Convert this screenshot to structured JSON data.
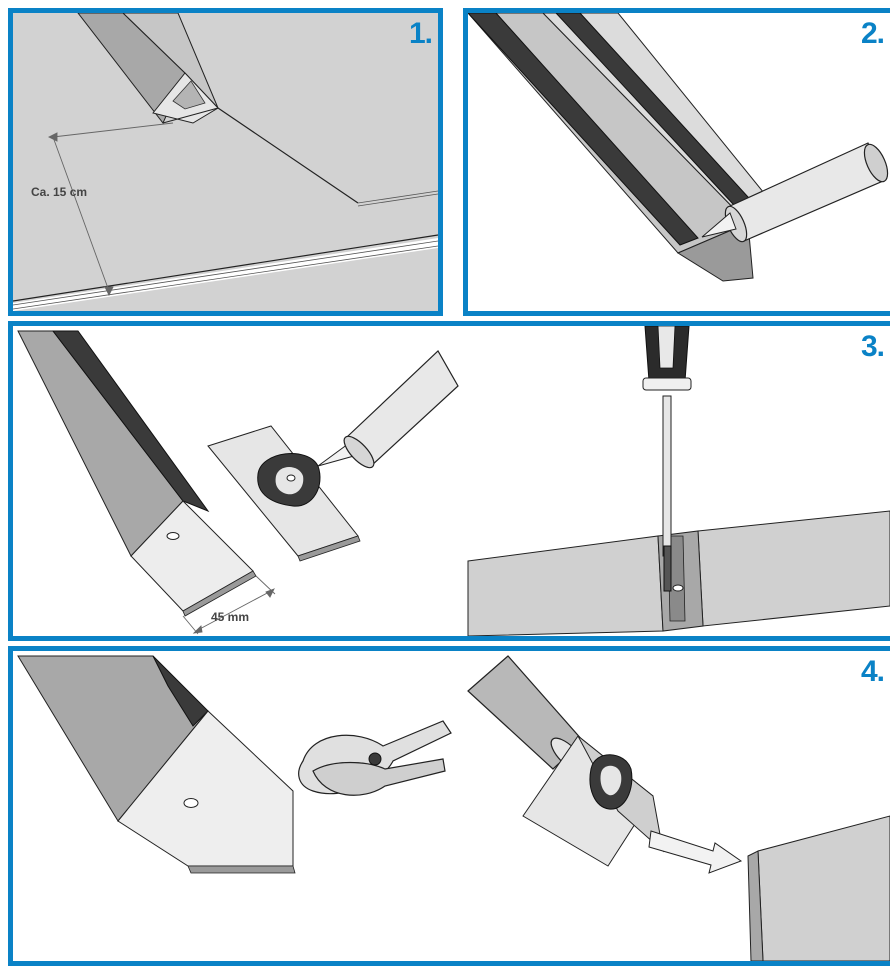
{
  "colors": {
    "accent": "#0a82c6",
    "sheet_metal": "#d2d2d2",
    "sheet_metal_light": "#e4e4e4",
    "sheet_metal_dark": "#9a9a9a",
    "seal_strip": "#3a3a3a",
    "outline": "#222222"
  },
  "steps": {
    "step1": {
      "number": "1.",
      "dimension_label": "Ca. 15 cm"
    },
    "step2": {
      "number": "2."
    },
    "step3": {
      "number": "3.",
      "dimension_label": "45 mm"
    },
    "step4": {
      "number": "4."
    }
  },
  "icons": [
    "sealant-cartridge-icon",
    "screwdriver-icon",
    "tin-snips-icon",
    "direction-arrow-icon"
  ]
}
